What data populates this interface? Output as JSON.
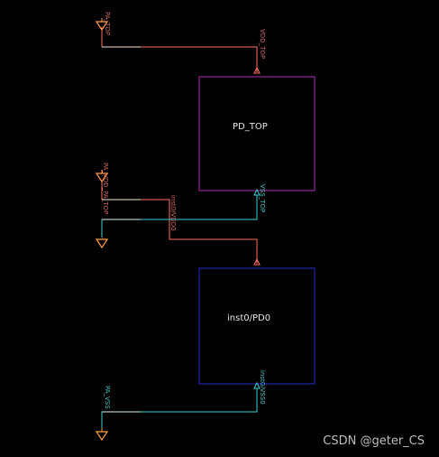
{
  "colors": {
    "background": "#000000",
    "power_net": "#ff6f61",
    "ground_net": "#3fd0d4",
    "pin_marker": "#ff9f43",
    "block_pd_top": "#b02cb0",
    "block_inst0": "#2a2ad0",
    "label_power": "#d06464",
    "label_ground": "#4cc5c5",
    "title_text": "#e6e6e6",
    "watermark": "#bdbdbd"
  },
  "blocks": {
    "pd_top": {
      "title": "PD_TOP"
    },
    "inst0": {
      "title": "inst0/PD0"
    }
  },
  "pins": {
    "pd_top_vdd": "VDD_TOP",
    "pd_top_vss": "VSS_TOP",
    "inst0_vdd": "inst0/VDD0",
    "inst0_vss": "inst0/VSS0"
  },
  "ports": {
    "pa_top": "PA_TOP",
    "pa_vdd_pa_top": "PA_VDD_PA_TOP",
    "pa_vss": "PA_VSS"
  },
  "watermark": "CSDN @geter_CS"
}
